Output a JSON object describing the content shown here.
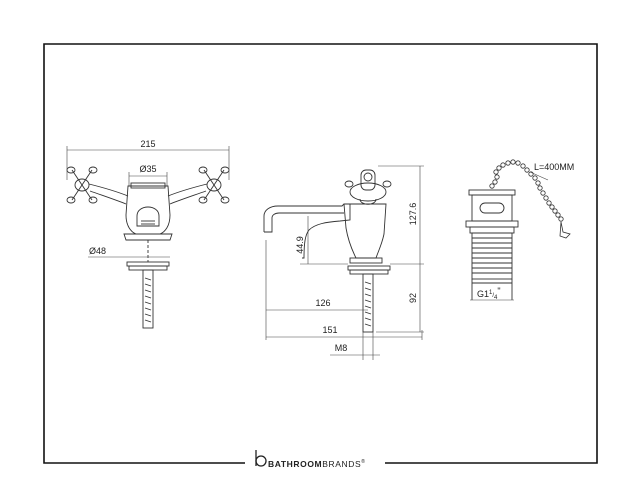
{
  "drawing": {
    "front_view": {
      "overall_width": "215",
      "spout_diameter": "Ø35",
      "base_diameter": "Ø48"
    },
    "side_view": {
      "overall_height": "127.6",
      "spout_height": "44.9",
      "shank_length": "92",
      "spout_reach": "126",
      "overall_depth": "151",
      "thread": "M8"
    },
    "waste_view": {
      "chain_length": "L=400MM",
      "thread_prefix": "G1",
      "thread_fraction_num": "1",
      "thread_fraction_den": "4",
      "thread_suffix": "\""
    }
  },
  "footer": {
    "brand_bold": "BATHROOM",
    "brand_regular": "BRANDS",
    "trademark": "®"
  }
}
